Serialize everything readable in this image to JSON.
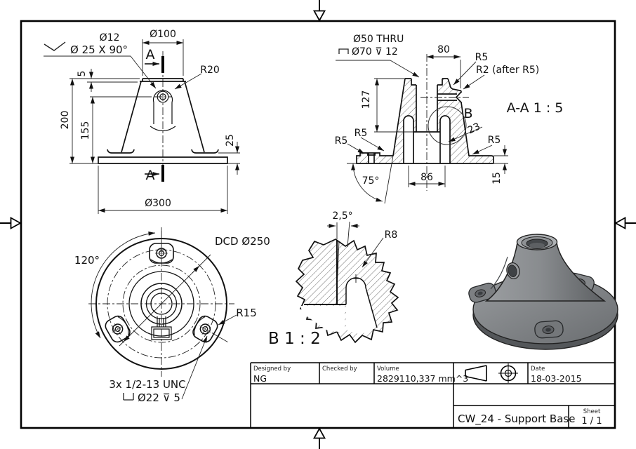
{
  "drawing": {
    "background": "#ffffff",
    "line_color": "#111111",
    "part_gray": "#85888b"
  },
  "views": {
    "front": {
      "dia12": "Ø12",
      "countersink_note": "Ø 25 X 90°",
      "dia100": "Ø100",
      "section_letter": "A",
      "r20": "R20",
      "dim_5": "5",
      "dim_200": "200",
      "dim_155": "155",
      "dim_25": "25",
      "dia300": "Ø300"
    },
    "section": {
      "title": "A-A 1 : 5",
      "thru_note": "Ø50 THRU",
      "cbore_note": "Ø70 ⊽ 12",
      "dim_80": "80",
      "r5": "R5",
      "r2_note": "R2 (after R5)",
      "dim_127": "127",
      "detail_letter": "B",
      "dim_23": "23",
      "angle_75": "75°",
      "dim_86": "86",
      "dim_15": "15"
    },
    "plan": {
      "angle_120": "120°",
      "dcd_note": "DCD Ø250",
      "r15": "R15",
      "thread_note": "3x 1/2-13 UNC",
      "cbore_note": "Ø22 ⊽ 5"
    },
    "detail": {
      "title": "B 1 : 2",
      "angle_note": "2,5°",
      "r8": "R8"
    }
  },
  "title_block": {
    "designed_by_label": "Designed by",
    "designed_by": "NG",
    "checked_by_label": "Checked by",
    "checked_by": "",
    "volume_label": "Volume",
    "volume": "2829110,337 mm^3",
    "date_label": "Date",
    "date": "18-03-2015",
    "part_title": "CW_24 - Support Base",
    "sheet_label": "Sheet",
    "sheet_number": "1 / 1"
  }
}
